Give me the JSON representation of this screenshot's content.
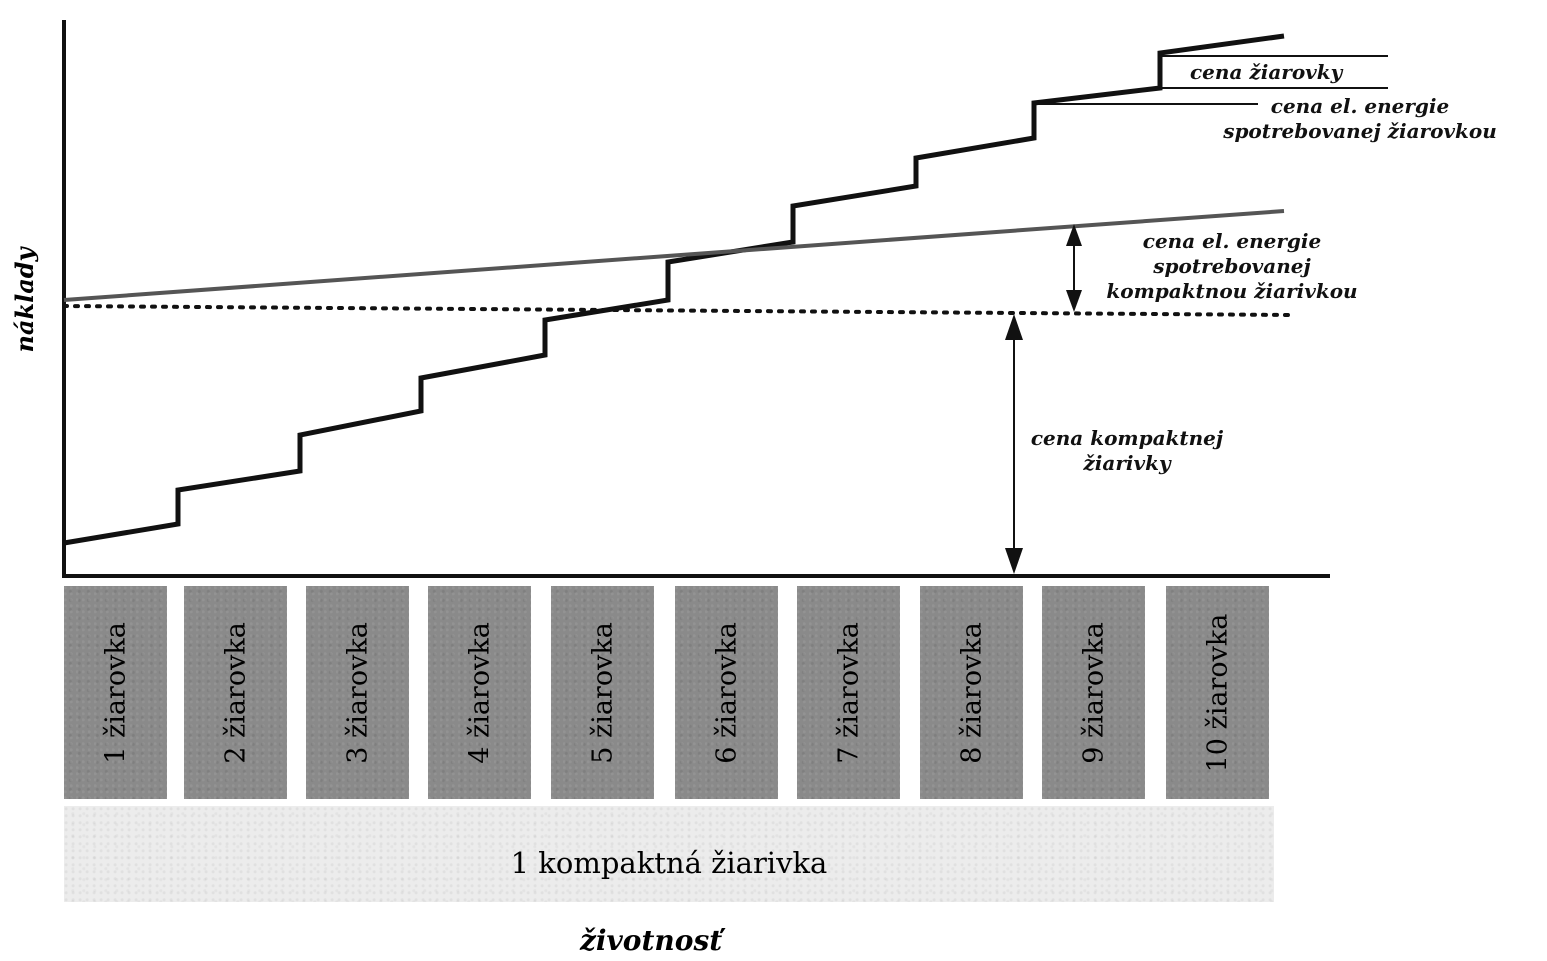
{
  "labels": {
    "y_axis": "náklady",
    "x_axis": "životnosť",
    "bulb_price": "cena žiarovky",
    "bulb_energy": [
      "cena el. energie",
      "spotrebovanej žiarovkou"
    ],
    "cfl_energy": [
      "cena el. energie",
      "spotrebovanej",
      "kompaktnou žiarivkou"
    ],
    "cfl_price": [
      "cena kompaktnej",
      "žiarivky"
    ]
  },
  "bulbs": [
    "1 žiarovka",
    "2 žiarovka",
    "3 žiarovka",
    "4 žiarovka",
    "5 žiarovka",
    "6 žiarovka",
    "7 žiarovka",
    "8 žiarovka",
    "9 žiarovka",
    "10 žiarovka"
  ],
  "cfl_bar": "1 kompaktná žiarivka",
  "colors": {
    "line": "#111111",
    "cfl_line": "#555555",
    "bulb_box": "#8a8a8a",
    "band": "#ececec"
  }
}
